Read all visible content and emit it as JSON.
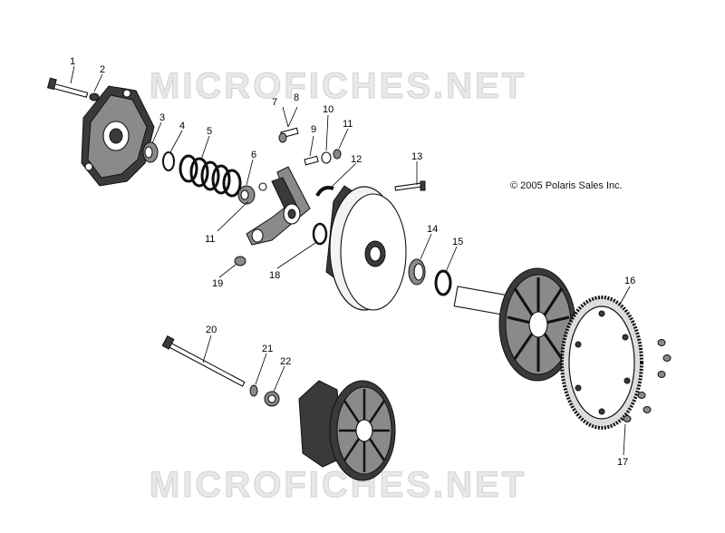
{
  "watermark": {
    "top_text": "MICROFICHES.NET",
    "bottom_text": "MICROFICHES.NET"
  },
  "copyright": "© 2005 Polaris Sales Inc.",
  "callouts": [
    "1",
    "2",
    "3",
    "4",
    "5",
    "6",
    "7",
    "8",
    "9",
    "10",
    "11",
    "11",
    "12",
    "13",
    "14",
    "15",
    "16",
    "17",
    "18",
    "19",
    "20",
    "21",
    "22"
  ]
}
